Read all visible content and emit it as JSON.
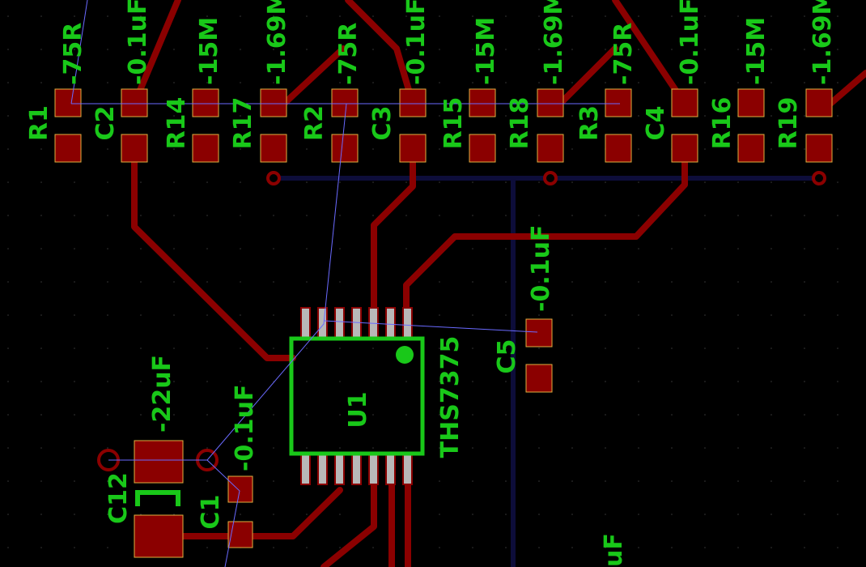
{
  "board": {
    "colors": {
      "background": "#000000",
      "copper_top": "#8b0000",
      "silkscreen": "#19c819",
      "ratsnest": "#6a6aff",
      "copper_bottom": "#0d0d3a"
    },
    "ic": {
      "ref": "U1",
      "value": "THS7375"
    },
    "components": [
      {
        "ref": "R1",
        "value": "75R"
      },
      {
        "ref": "C2",
        "value": "0.1uF"
      },
      {
        "ref": "R14",
        "value": "15M"
      },
      {
        "ref": "R17",
        "value": "1.69M"
      },
      {
        "ref": "R2",
        "value": "75R"
      },
      {
        "ref": "C3",
        "value": "0.1uF"
      },
      {
        "ref": "R15",
        "value": "15M"
      },
      {
        "ref": "R18",
        "value": "1.69M"
      },
      {
        "ref": "R3",
        "value": "75R"
      },
      {
        "ref": "C4",
        "value": "0.1uF"
      },
      {
        "ref": "R16",
        "value": "15M"
      },
      {
        "ref": "R19",
        "value": "1.69M"
      },
      {
        "ref": "C5",
        "value": "0.1uF"
      },
      {
        "ref": "C12",
        "value": "22uF"
      },
      {
        "ref": "C1",
        "value": "0.1uF"
      }
    ],
    "partial_label": "uF"
  }
}
